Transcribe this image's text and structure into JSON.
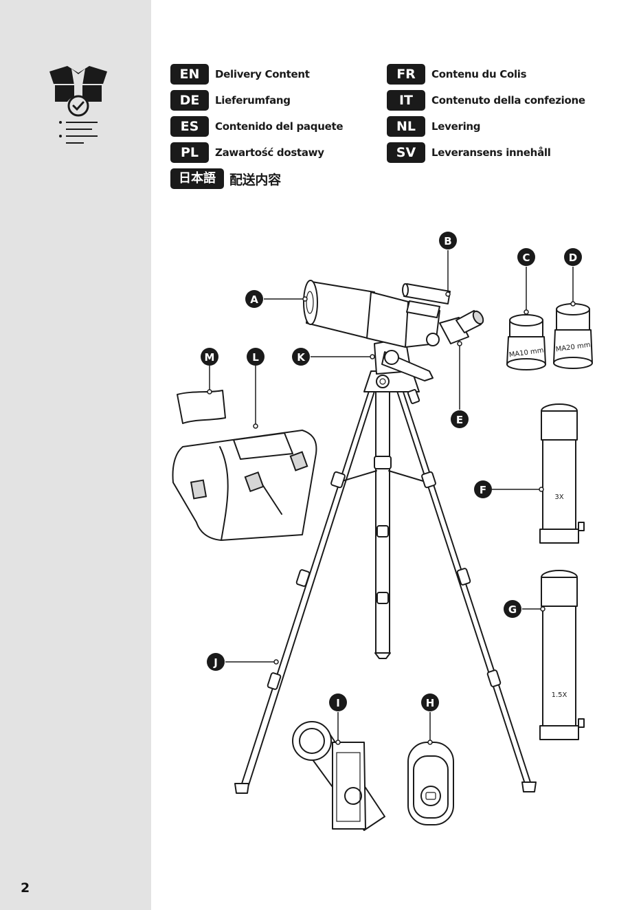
{
  "page": {
    "number": "2"
  },
  "icons": {
    "header": "package-checklist-icon"
  },
  "languages": [
    {
      "code": "EN",
      "label": "Delivery Content"
    },
    {
      "code": "DE",
      "label": "Lieferumfang"
    },
    {
      "code": "ES",
      "label": "Contenido del paquete"
    },
    {
      "code": "PL",
      "label": "Zawartość dostawy"
    },
    {
      "code": "FR",
      "label": "Contenu du Colis"
    },
    {
      "code": "IT",
      "label": "Contenuto della confezione"
    },
    {
      "code": "NL",
      "label": "Levering"
    },
    {
      "code": "SV",
      "label": "Leveransens innehåll"
    },
    {
      "code": "日本語",
      "label": "配送内容"
    }
  ],
  "parts": {
    "A": "A",
    "B": "B",
    "C": "C",
    "D": "D",
    "E": "E",
    "F": "F",
    "G": "G",
    "H": "H",
    "I": "I",
    "J": "J",
    "K": "K",
    "L": "L",
    "M": "M"
  },
  "eyepieces": {
    "c": "MA10 mm",
    "d": "MA20 mm"
  },
  "barlow": {
    "f": "3X",
    "g": "1.5X"
  },
  "colors": {
    "sidebar": "#e3e3e3",
    "badge": "#1a1a1a",
    "ink": "#1a1a1a"
  }
}
